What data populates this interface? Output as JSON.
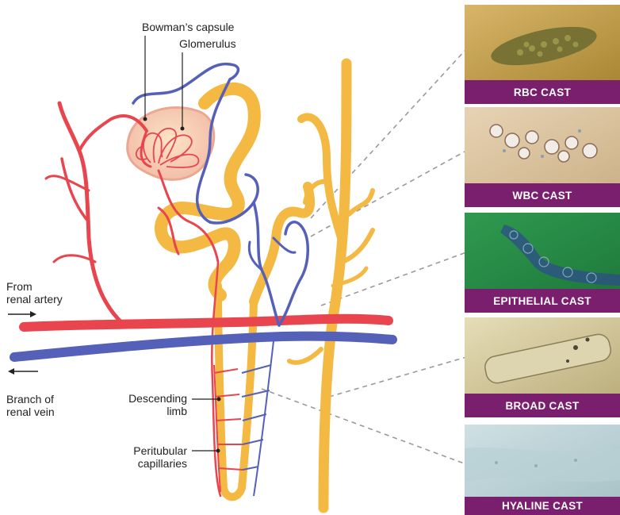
{
  "labels": {
    "bowman": "Bowman’s capsule",
    "glomerulus": "Glomerulus",
    "from_artery_1": "From",
    "from_artery_2": "renal artery",
    "branch_vein_1": "Branch of",
    "branch_vein_2": "renal vein",
    "descending_1": "Descending",
    "descending_2": "limb",
    "peritubular_1": "Peritubular",
    "peritubular_2": "capillaries"
  },
  "casts": [
    {
      "label": "RBC CAST"
    },
    {
      "label": "WBC CAST"
    },
    {
      "label": "EPITHELIAL CAST"
    },
    {
      "label": "BROAD CAST"
    },
    {
      "label": "HYALINE CAST"
    }
  ],
  "colors": {
    "artery": "#e8454f",
    "vein": "#5560b8",
    "tubule": "#f4b942",
    "caption_bg": "#7a1f6e"
  }
}
